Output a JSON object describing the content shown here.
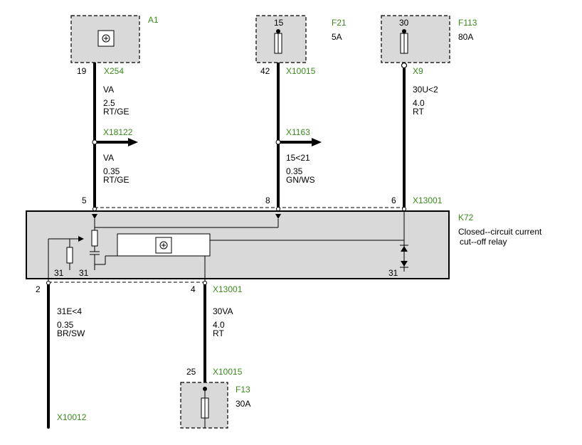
{
  "components": {
    "a1": {
      "id": "A1",
      "pin": "19",
      "connector": "X254"
    },
    "f21": {
      "id": "F21",
      "rating": "5A",
      "top_pin": "15",
      "pin": "42",
      "connector": "X10015"
    },
    "f113": {
      "id": "F113",
      "rating": "80A",
      "top_pin": "30",
      "connector": "X9"
    },
    "f13": {
      "id": "F13",
      "rating": "30A",
      "pin": "25",
      "connector": "X10015"
    },
    "k72": {
      "id": "K72",
      "description_line1": "Closed--circuit current",
      "description_line2": "cut--off relay",
      "connector_top": "X13001",
      "connector_bottom": "X13001",
      "pin_top_left": "5",
      "pin_top_mid": "8",
      "pin_top_right": "6",
      "pin_bottom_left": "2",
      "pin_bottom_mid": "4",
      "ground_left_a": "31",
      "ground_left_b": "31",
      "ground_right": "31"
    }
  },
  "wires": {
    "a1_upper": {
      "signal": "VA",
      "size": "2.5",
      "color": "RT/GE"
    },
    "a1_lower": {
      "signal": "VA",
      "size": "0.35",
      "color": "RT/GE",
      "branch_connector": "X18122"
    },
    "f21_lower": {
      "signal": "15<21",
      "size": "0.35",
      "color": "GN/WS",
      "branch_connector": "X1163"
    },
    "f113_wire": {
      "signal": "30U<2",
      "size": "4.0",
      "color": "RT"
    },
    "ground_wire": {
      "signal": "31E<4",
      "size": "0.35",
      "color": "BR/SW",
      "end_connector": "X10012"
    },
    "f13_wire": {
      "signal": "30VA",
      "size": "4.0",
      "color": "RT"
    }
  }
}
